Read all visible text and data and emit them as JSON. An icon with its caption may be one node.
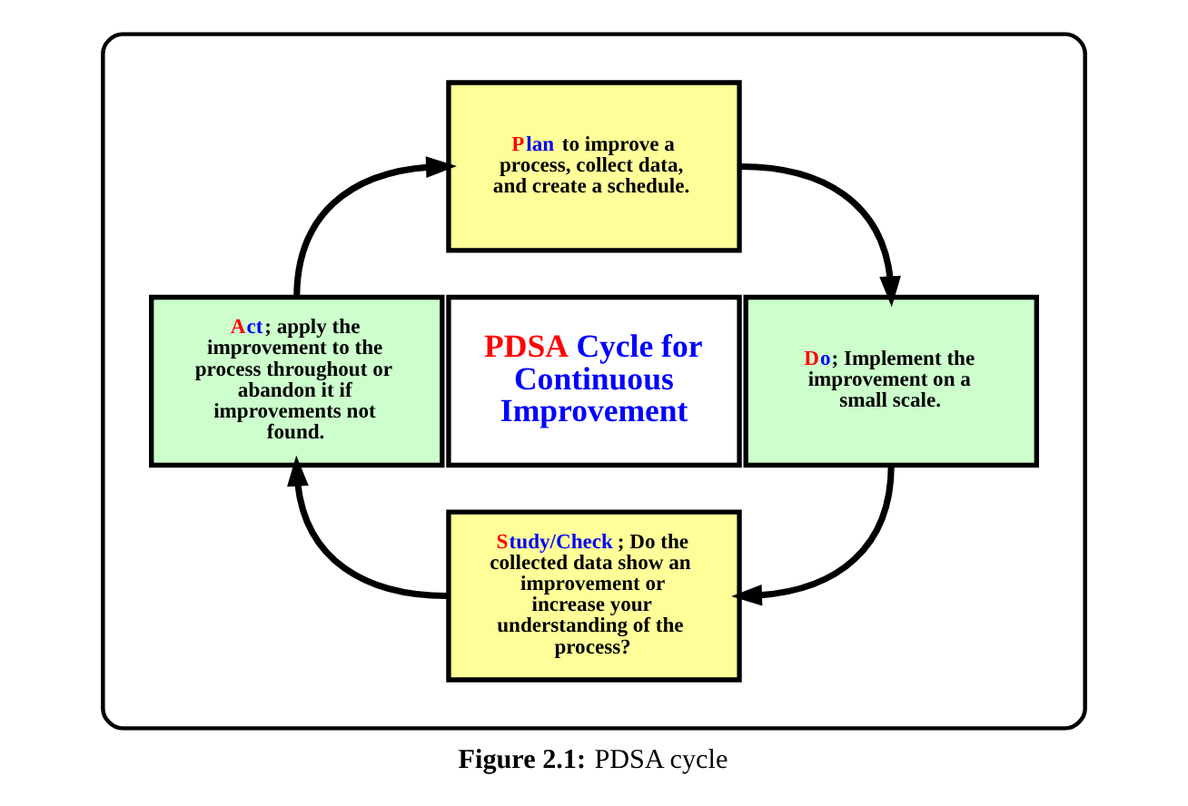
{
  "diagram": {
    "caption": "**Figure 2.1:** PDSA cycle",
    "nodes": [
      {
        "text": [],
        "shape": "ellipse"
      },
      {
        "text": [
          "Plan to improve a process, collect data, and create a schedule."
        ],
        "in": 0
      },
      {
        "text": [
          "Act; apply the improvement to the process throughout or abandon it if improvements not found."
        ],
        "in": 0
      },
      {
        "text": [
          "PDSA Cycle for Continuous Improvement"
        ],
        "in": 0
      },
      {
        "text": [
          "Do; Implement the improvement on a small scale."
        ],
        "in": 0
      },
      {
        "text": [
          "Study/Check; Do the collected data show an improvement or increase your understanding of the process?"
        ],
        "in": 0
      }
    ],
    "edges": [
      {
        "from": 1,
        "to": 4,
        "arrow": "to"
      },
      {
        "from": 4,
        "to": 5,
        "arrow": "to"
      },
      {
        "from": 5,
        "to": 2,
        "arrow": "to"
      },
      {
        "from": 2,
        "to": 1,
        "arrow": "to"
      }
    ]
  }
}
